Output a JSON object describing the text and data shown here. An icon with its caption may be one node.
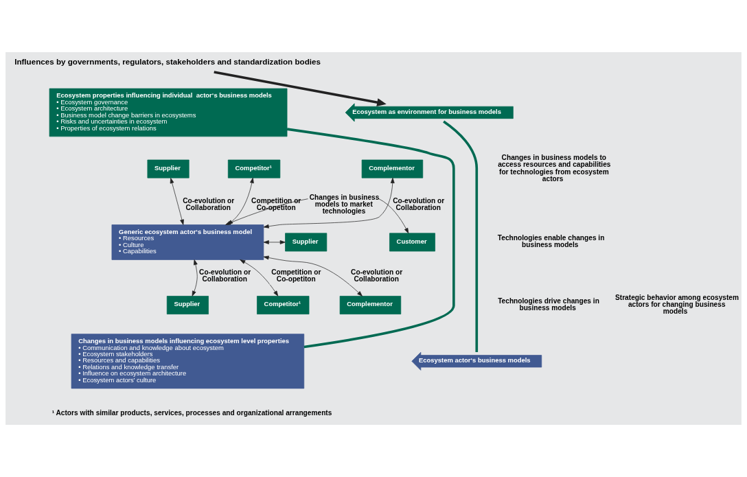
{
  "diagram": {
    "nodes": [
      {
        "text": [
          "Influences by governments, regulators, stakeholders and standardization bodies"
        ]
      },
      {
        "text": [
          "Ecosystem properties influencing individual  actor‘s business models",
          "• Ecosystem governance",
          "• Ecosystem architecture",
          "• Business model change barriers in ecosystems",
          "• Risks and uncertainties in ecosystem",
          "• Properties of ecosystem relations"
        ]
      },
      {
        "text": [
          "Ecosystem as environment for business models"
        ]
      },
      {
        "text": [
          "Supplier"
        ]
      },
      {
        "text": [
          "Competitor¹"
        ]
      },
      {
        "text": [
          "Complementor"
        ]
      },
      {
        "text": [
          "Generic ecosystem actor‘s business model",
          "• Resources",
          "• Culture",
          "• Capabilities"
        ]
      },
      {
        "text": [
          "Supplier"
        ]
      },
      {
        "text": [
          "Customer"
        ]
      },
      {
        "text": [
          "Supplier"
        ]
      },
      {
        "text": [
          "Competitor¹"
        ]
      },
      {
        "text": [
          "Complementor"
        ]
      },
      {
        "text": [
          "Changes in business models influencing ecosystem level properties",
          "• Communication and knowledge about ecosystem",
          "• Ecosystem stakeholders",
          "• Resources and capabilities",
          "• Relations and knowledge transfer",
          "• Influence on ecosystem architecture",
          "• Ecosystem actors’ culture"
        ]
      },
      {
        "text": [
          "Ecosystem actor‘s business models"
        ]
      }
    ],
    "edges": [
      {
        "from": 0,
        "to": 2,
        "arrow": "to",
        "style": "thick"
      },
      {
        "from": 1,
        "to": 12,
        "arrow": "none",
        "style": "thick",
        "color": "#006a52"
      },
      {
        "from": 2,
        "to": 13,
        "arrow": "none",
        "style": "thick",
        "color": "#006a52"
      },
      {
        "from": 3,
        "to": 6,
        "arrow": "both",
        "label": "Co-evolution or Collaboration"
      },
      {
        "from": 4,
        "to": 6,
        "arrow": "both",
        "label": "Competition or Co-opetiton"
      },
      {
        "from": 5,
        "to": 6,
        "arrow": "both",
        "label": "Co-evolution or Collaboration"
      },
      {
        "from": 7,
        "to": 6,
        "arrow": "both"
      },
      {
        "from": 6,
        "to": 8,
        "arrow": "both",
        "label": "Changes in business models to market technologies"
      },
      {
        "from": 9,
        "to": 6,
        "arrow": "both",
        "label": "Co-evolution or Collaboration"
      },
      {
        "from": 10,
        "to": 6,
        "arrow": "both",
        "label": "Competition or Co-opetiton"
      },
      {
        "from": 11,
        "to": 6,
        "arrow": "both",
        "label": "Co-evolution or Collaboration"
      }
    ],
    "labels": [
      "Changes in business models to access resources and capabilities for technologies from ecosystem actors",
      "Technologies enable changes in business models",
      "Technologies drive changes in business models",
      "Strategic behavior among ecosystem actors for changing business models",
      "¹ Actors with similar products, services, processes and organizational arrangements"
    ]
  }
}
